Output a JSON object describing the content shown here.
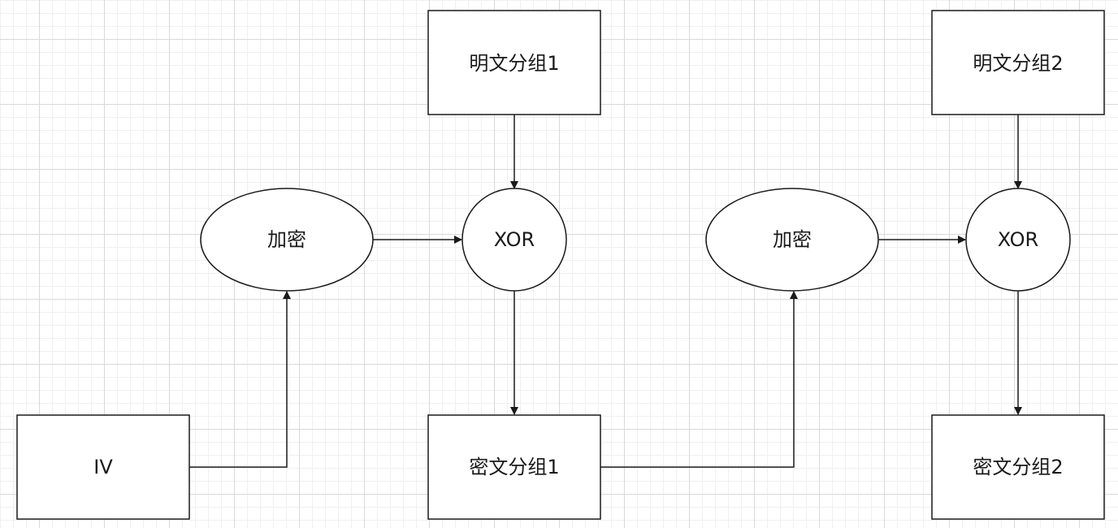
{
  "diagram": {
    "colors": {
      "stroke": "#1a1a1a",
      "fill": "#ffffff",
      "grid_major": "#d9d9d9",
      "grid_minor": "#f0f0f0"
    },
    "nodes": {
      "plaintext1": {
        "label": "明文分组1",
        "shape": "rectangle"
      },
      "plaintext2": {
        "label": "明文分组2",
        "shape": "rectangle"
      },
      "encrypt1": {
        "label": "加密",
        "shape": "ellipse"
      },
      "encrypt2": {
        "label": "加密",
        "shape": "ellipse"
      },
      "xor1": {
        "label": "XOR",
        "shape": "circle"
      },
      "xor2": {
        "label": "XOR",
        "shape": "circle"
      },
      "iv": {
        "label": "IV",
        "shape": "rectangle"
      },
      "ciphertext1": {
        "label": "密文分组1",
        "shape": "rectangle"
      },
      "ciphertext2": {
        "label": "密文分组2",
        "shape": "rectangle"
      }
    },
    "edges": [
      {
        "from": "plaintext1",
        "to": "xor1"
      },
      {
        "from": "encrypt1",
        "to": "xor1"
      },
      {
        "from": "iv",
        "to": "encrypt1"
      },
      {
        "from": "xor1",
        "to": "ciphertext1"
      },
      {
        "from": "ciphertext1",
        "to": "encrypt2"
      },
      {
        "from": "plaintext2",
        "to": "xor2"
      },
      {
        "from": "encrypt2",
        "to": "xor2"
      },
      {
        "from": "xor2",
        "to": "ciphertext2"
      }
    ]
  }
}
